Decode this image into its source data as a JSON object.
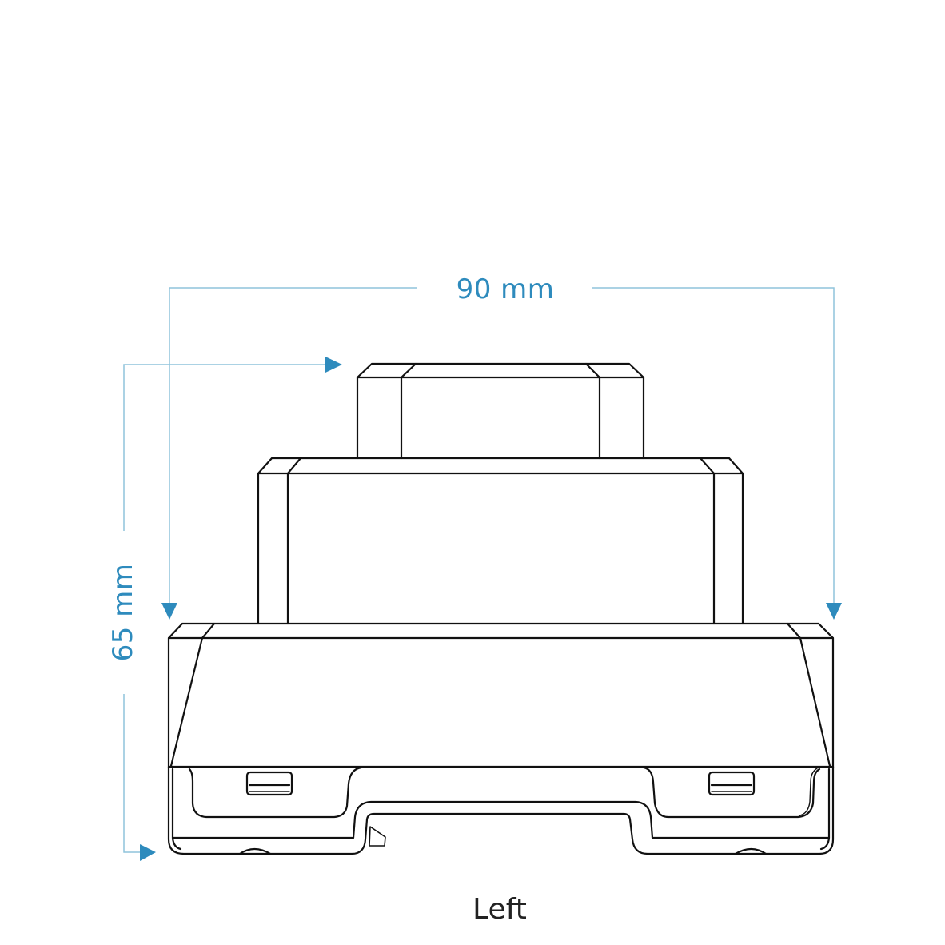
{
  "diagram": {
    "view_caption": "Left",
    "dimensions": {
      "width": {
        "label": "90 mm",
        "value": 90,
        "unit": "mm",
        "orientation": "horizontal"
      },
      "height": {
        "label": "65 mm",
        "value": 65,
        "unit": "mm",
        "orientation": "vertical"
      }
    },
    "colors": {
      "dimension_line": "#8fc4dc",
      "dimension_arrow": "#2e8bbd",
      "dimension_text": "#2e8bbd",
      "outline": "#111111",
      "caption_text": "#222222",
      "background": "#ffffff"
    },
    "parts": [
      {
        "id": "top-knob",
        "description": "Upper knob block"
      },
      {
        "id": "middle-body",
        "description": "Middle housing block"
      },
      {
        "id": "base-body",
        "description": "Base housing with DIN-rail clip"
      },
      {
        "id": "left-latch",
        "description": "Left latch slot"
      },
      {
        "id": "right-latch",
        "description": "Right latch slot"
      }
    ]
  }
}
